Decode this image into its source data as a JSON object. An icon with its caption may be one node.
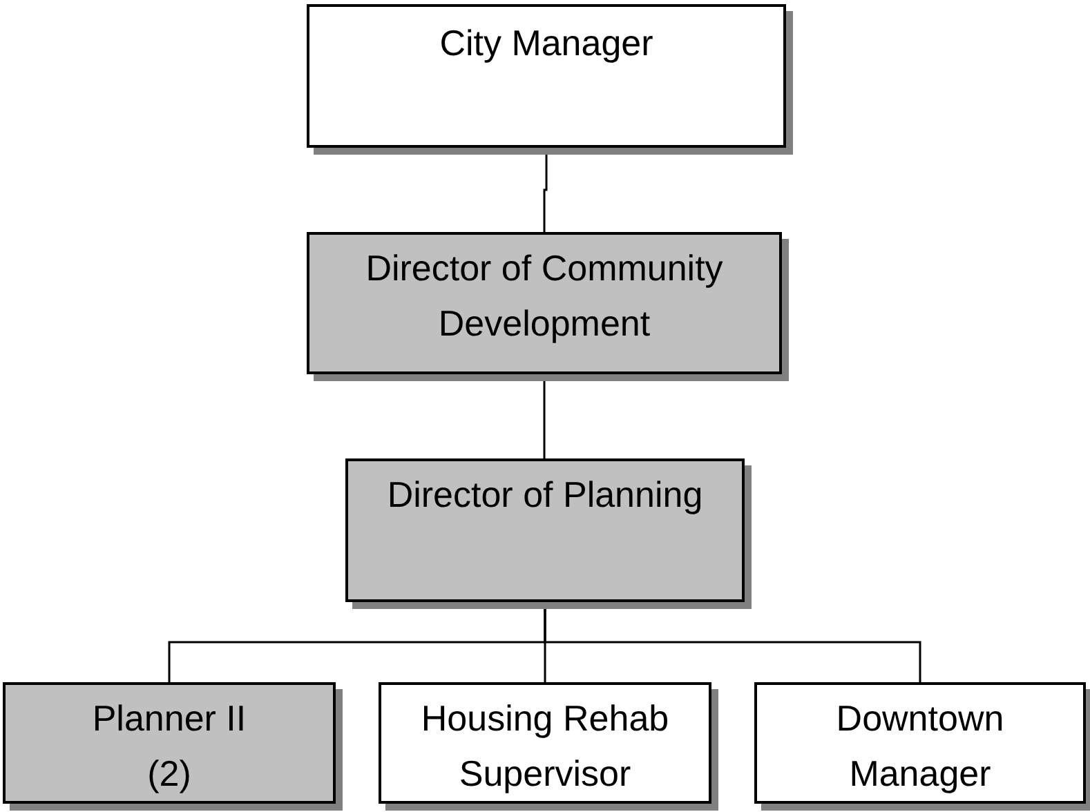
{
  "diagram": {
    "nodes": [
      {
        "text": [
          "City Manager"
        ]
      },
      {
        "text": [
          "Director of Community Development"
        ]
      },
      {
        "text": [
          "Director of Planning"
        ]
      },
      {
        "text": [
          "Planner II (2)"
        ]
      },
      {
        "text": [
          "Housing Rehab Supervisor"
        ]
      },
      {
        "text": [
          "Downtown Manager"
        ]
      }
    ],
    "edges": [
      {
        "from": 0,
        "to": 1,
        "arrow": "none"
      },
      {
        "from": 1,
        "to": 2,
        "arrow": "none"
      },
      {
        "from": 2,
        "to": 3,
        "arrow": "none"
      },
      {
        "from": 2,
        "to": 4,
        "arrow": "none"
      },
      {
        "from": 2,
        "to": 5,
        "arrow": "none"
      }
    ]
  }
}
